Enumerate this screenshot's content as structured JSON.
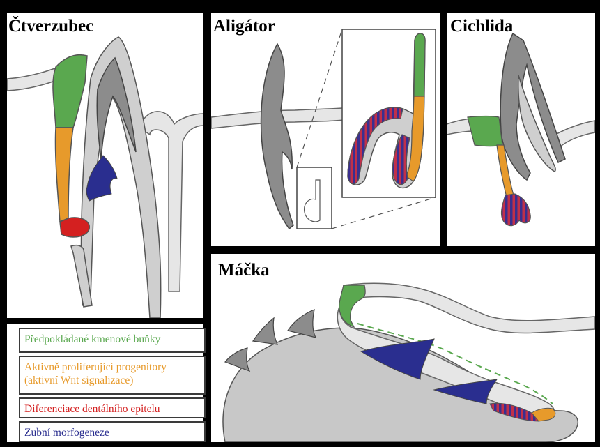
{
  "panels": {
    "ctverzubec": {
      "title": "Čtverzubec"
    },
    "aligator": {
      "title": "Aligátor"
    },
    "cichlida": {
      "title": "Cichlida"
    },
    "macka": {
      "title": "Máčka"
    }
  },
  "legend": {
    "items": [
      {
        "label": "Předpokládané kmenové buňky",
        "color": "#5aa84f"
      },
      {
        "label": "Aktivně proliferující progenitory (aktivní Wnt signalizace)",
        "color": "#e79a2b"
      },
      {
        "label": "Diferenciace dentálního epitelu",
        "color": "#d42020"
      },
      {
        "label": "Zubní morfogeneze",
        "color": "#2a2e8f"
      }
    ]
  },
  "colors": {
    "stem": "#5aa84f",
    "progenitor": "#e79a2b",
    "differentiation": "#d42020",
    "morphogenesis": "#2a2e8f",
    "tooth_dark": "#8c8c8c",
    "tooth_light": "#cfcfcf"
  }
}
